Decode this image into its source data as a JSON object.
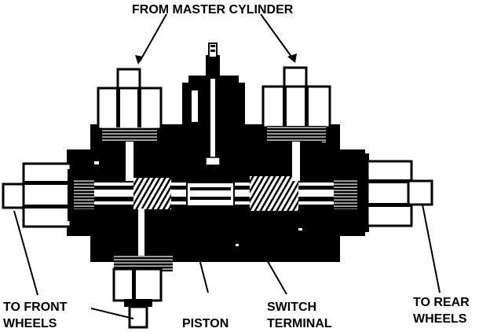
{
  "labels": {
    "master": "FROM MASTER CYLINDER",
    "front_line1": "TO FRONT",
    "front_line2": "WHEELS",
    "piston": "PISTON",
    "switch_line1": "SWITCH",
    "switch_line2": "TERMINAL",
    "rear_line1": "TO REAR",
    "rear_line2": "WHEELS"
  },
  "colors": {
    "ink": "#000000",
    "paper": "#ffffff"
  }
}
